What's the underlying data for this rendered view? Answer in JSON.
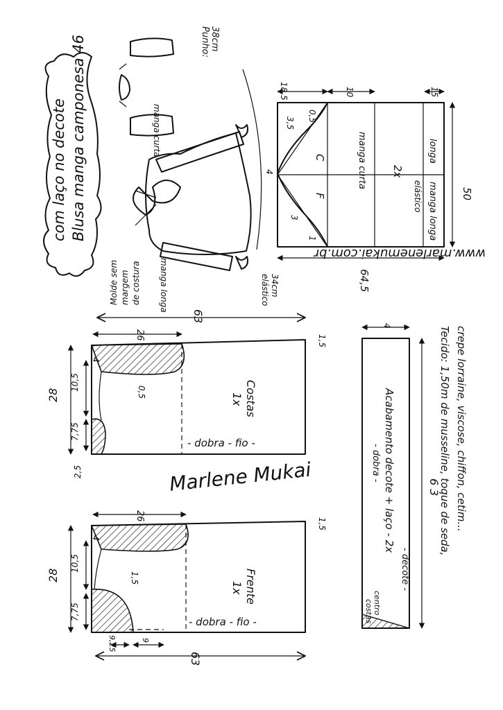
{
  "header": {
    "title_line1": "Blusa manga camponesa 46",
    "title_line2": "com laço no decote",
    "website": "www.marlenemukai.com.br",
    "mold_note_1": "Molde sem",
    "mold_note_2": "margem",
    "mold_note_3": "de costura",
    "manga_curta": "manga curta",
    "manga_longa": "manga longa",
    "punho_1": "Punho:",
    "punho_2": "38cm",
    "elastico_1": "elástico",
    "elastico_2": "34cm"
  },
  "sleeve": {
    "width_top": "50",
    "height_left": "64,5",
    "dim_10": "10",
    "dim_185": "18,5",
    "dim_15": "15",
    "dim_35": "3,5",
    "dim_05": "0,5",
    "dim_4": "4",
    "dim_3": "3",
    "dim_1": "1",
    "label_c": "C",
    "label_f": "F",
    "manga_curta": "manga curta",
    "manga_2x": "2x",
    "longa": "longa",
    "elastico": "elástico",
    "manga_longa": "manga longa"
  },
  "back": {
    "label": "Costas",
    "count": "1x",
    "fold": "- dobra - fio -",
    "width_63": "63",
    "width_26": "26",
    "dim_4": "4",
    "dim_15": "1,5",
    "dim_05": "0,5",
    "height_28": "28",
    "dim_105": "10,5",
    "dim_775": "7,75",
    "dim_25": "2,5"
  },
  "front": {
    "label": "Frente",
    "count": "1x",
    "fold": "- dobra - fio -",
    "width_63": "63",
    "width_26": "26",
    "dim_4": "4",
    "dim_15_top": "1,5",
    "dim_15_mid": "1,5",
    "height_28": "28",
    "dim_105": "10,5",
    "dim_775": "7,75",
    "dim_925": "9,25",
    "dim_9": "9"
  },
  "binding": {
    "dobra": "- dobra -",
    "acabamento": "Acabamento decote + laço - 2x",
    "decote": "- decote -",
    "length_63": "6 3",
    "width_4": "4",
    "centro": "centro",
    "costas": "costas"
  },
  "fabric": {
    "line1": "Tecido: 1,50m de musseline, toque de seda,",
    "line2": "crepe lorraine, viscose, chiffon, cetim..."
  },
  "signature": "Marlene Mukai"
}
